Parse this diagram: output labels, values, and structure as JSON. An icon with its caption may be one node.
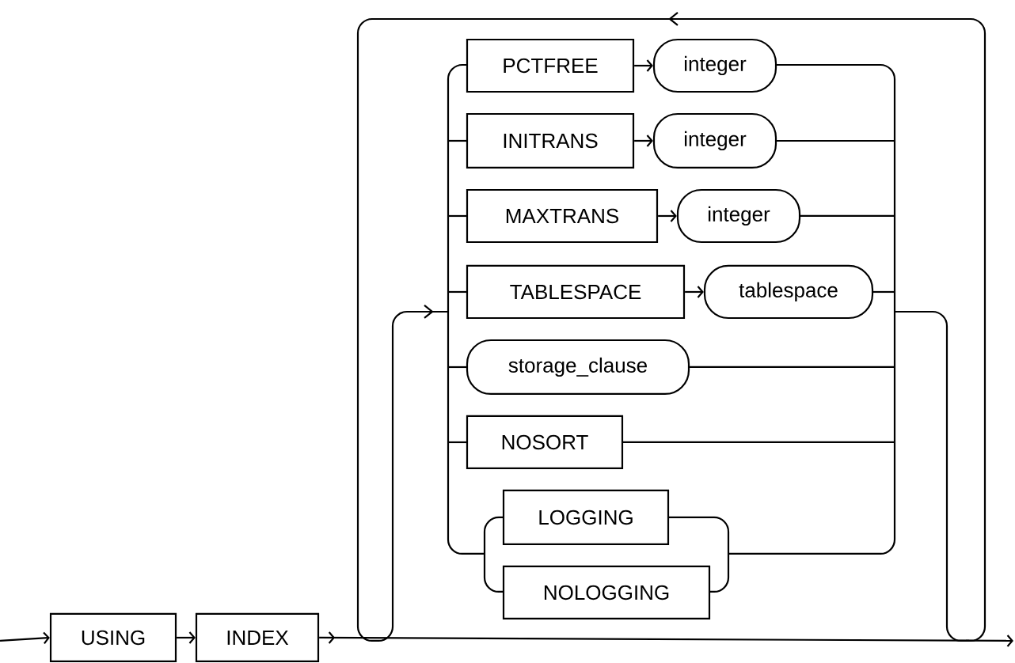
{
  "diagram": {
    "nodes": [
      {
        "text": [
          "USING"
        ]
      },
      {
        "text": [
          "INDEX"
        ]
      },
      {
        "text": [
          "PCTFREE"
        ]
      },
      {
        "text": [
          "integer"
        ]
      },
      {
        "text": [
          "INITRANS"
        ]
      },
      {
        "text": [
          "integer"
        ]
      },
      {
        "text": [
          "MAXTRANS"
        ]
      },
      {
        "text": [
          "integer"
        ]
      },
      {
        "text": [
          "TABLESPACE"
        ]
      },
      {
        "text": [
          "tablespace"
        ]
      },
      {
        "text": [
          "storage_clause"
        ]
      },
      {
        "text": [
          "NOSORT"
        ]
      },
      {
        "text": [
          "LOGGING"
        ]
      },
      {
        "text": [
          "NOLOGGING"
        ]
      }
    ],
    "edges": [
      {
        "from": null,
        "to": 0,
        "arrow": "to"
      },
      {
        "from": 0,
        "to": 1,
        "arrow": "to"
      },
      {
        "from": 2,
        "to": 3,
        "arrow": "to"
      },
      {
        "from": 4,
        "to": 5,
        "arrow": "to"
      },
      {
        "from": 6,
        "to": 7,
        "arrow": "to"
      },
      {
        "from": 8,
        "to": 9,
        "arrow": "to"
      },
      {
        "from": 1,
        "to": null,
        "arrow": "to"
      }
    ]
  }
}
